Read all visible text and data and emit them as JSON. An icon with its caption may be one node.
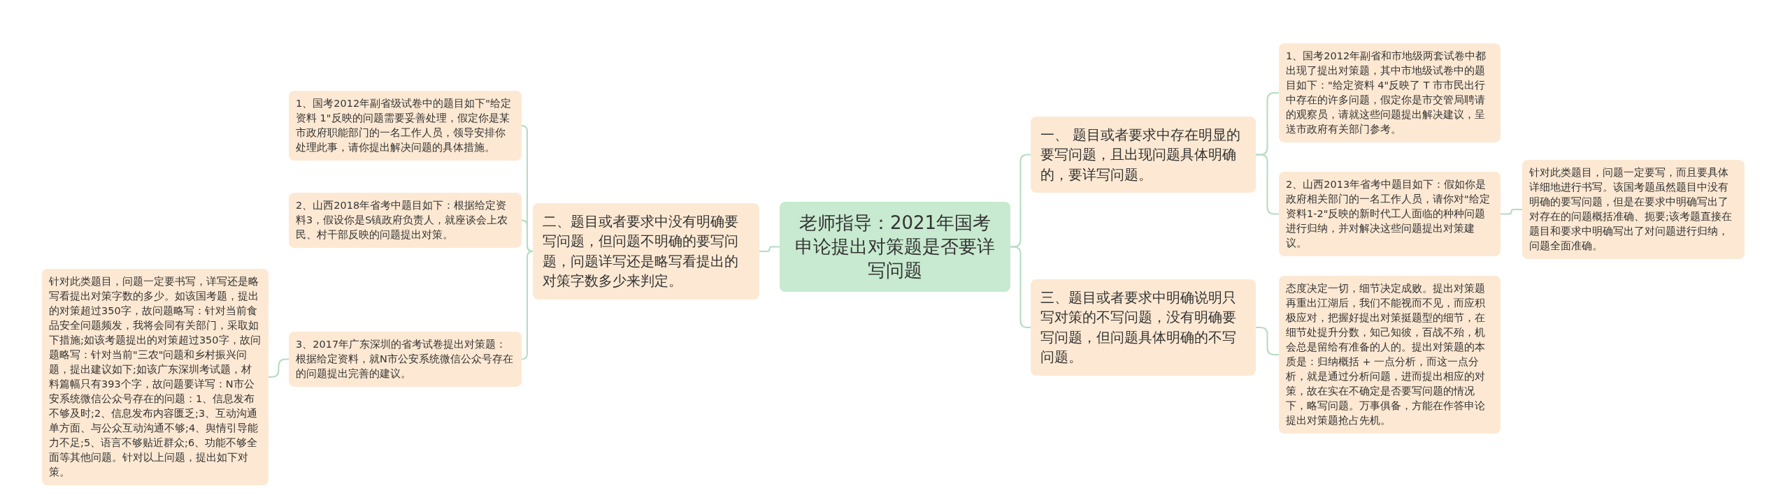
{
  "diagram": {
    "nodes": [
      {
        "text": [
          "老师指导：2021年国考申论提出对策题是否要详写问题"
        ]
      },
      {
        "text": [
          "二、题目或者要求中没有明确要写问题，但问题不明确的要写问题，问题详写还是略写看提出的对策字数多少来判定。"
        ]
      },
      {
        "text": [
          "1、国考2012年副省级试卷中的题目如下\"给定资料 1\"反映的问题需要妥善处理，假定你是某市政府职能部门的一名工作人员，领导安排你处理此事，请你提出解决问题的具体措施。"
        ]
      },
      {
        "text": [
          "2、山西2018年省考中题目如下：根据给定资料3，假设你是S镇政府负责人，就座谈会上农民、村干部反映的问题提出对策。"
        ]
      },
      {
        "text": [
          "3、2017年广东深圳的省考试卷提出对策题：根据给定资料，就N市公安系统微信公众号存在的问题提出完善的建议。"
        ]
      },
      {
        "text": [
          "针对此类题目，问题一定要书写，详写还是略写看提出对策字数的多少。如该国考题，提出的对策超过350字，故问题略写：针对当前食品安全问题频发，我将会同有关部门，采取如下措施;如该考题提出的对策超过350字，故问题略写：针对当前\"三农\"问题和乡村振兴问题，提出建议如下;如该广东深圳考试题，材料篇幅只有393个字，故问题要详写：N市公安系统微信公众号存在的问题：1、信息发布不够及时;2、信息发布内容匮乏;3、互动沟通单方面、与公众互动沟通不够;4、舆情引导能力不足;5、语言不够贴近群众;6、功能不够全面等其他问题。针对以上问题，提出如下对策。"
        ]
      },
      {
        "text": [
          "一、 题目或者要求中存在明显的要写问题，且出现问题具体明确的，要详写问题。"
        ]
      },
      {
        "text": [
          "1、国考2012年副省和市地级两套试卷中都出现了提出对策题，其中市地级试卷中的题目如下：\"给定资料 4\"反映了 T 市市民出行中存在的许多问题，假定你是市交管局聘请的观察员，请就这些问题提出解决建议，呈送市政府有关部门参考。"
        ]
      },
      {
        "text": [
          "2、山西2013年省考中题目如下：假如你是政府相关部门的一名工作人员，请你对\"给定资料1-2\"反映的新时代工人面临的种种问题进行归纳，并对解决这些问题提出对策建议。"
        ]
      },
      {
        "text": [
          "针对此类题目，问题一定要写，而且要具体详细地进行书写。该国考题虽然题目中没有明确的要写问题，但是在要求中明确写出了对存在的问题概括准确、扼要;该考题直接在题目和要求中明确写出了对问题进行归纳，问题全面准确。"
        ]
      },
      {
        "text": [
          "三、题目或者要求中明确说明只写对策的不写问题，没有明确要写问题，但问题具体明确的不写问题。"
        ]
      },
      {
        "text": [
          "态度决定一切，细节决定成败。提出对策题再重出江湖后，我们不能视而不见，而应积极应对，把握好提出对策挺题型的细节，在细节处提升分数，知己知彼，百战不殆，机会总是留给有准备的人的。提出对策题的本质是：归纳概括 + 一点分析，而这一点分析，就是通过分析问题，进而提出相应的对策，故在实在不确定是否要写问题的情况下，略写问题。万事俱备，方能在作答申论提出对策题抢占先机。"
        ]
      }
    ],
    "edges": [
      {
        "from": 0,
        "to": 1,
        "arrow": "none"
      },
      {
        "from": 1,
        "to": 2,
        "arrow": "none"
      },
      {
        "from": 1,
        "to": 3,
        "arrow": "none"
      },
      {
        "from": 1,
        "to": 4,
        "arrow": "none"
      },
      {
        "from": 4,
        "to": 5,
        "arrow": "none"
      },
      {
        "from": 0,
        "to": 6,
        "arrow": "none"
      },
      {
        "from": 6,
        "to": 7,
        "arrow": "none"
      },
      {
        "from": 6,
        "to": 8,
        "arrow": "none"
      },
      {
        "from": 8,
        "to": 9,
        "arrow": "none"
      },
      {
        "from": 0,
        "to": 10,
        "arrow": "none"
      },
      {
        "from": 10,
        "to": 11,
        "arrow": "none"
      }
    ]
  }
}
